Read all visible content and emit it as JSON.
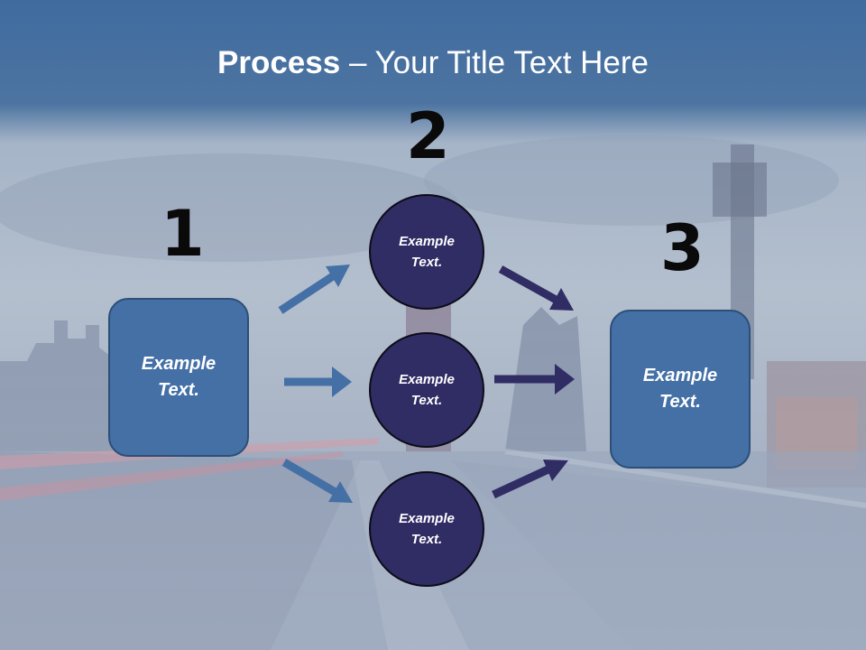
{
  "title": {
    "bold": "Process",
    "rest": " – Your Title Text Here"
  },
  "steps": [
    "1",
    "2",
    "3"
  ],
  "left_box": {
    "text": "Example Text."
  },
  "right_box": {
    "text": "Example Text."
  },
  "circles": [
    {
      "text": "Example Text."
    },
    {
      "text": "Example Text."
    },
    {
      "text": "Example Text."
    }
  ],
  "colors": {
    "box_fill": "#4470a6",
    "circle_fill": "#302c64",
    "arrow_left": "#4470a6",
    "arrow_right": "#302c64",
    "header_band": "#3e67a0"
  }
}
